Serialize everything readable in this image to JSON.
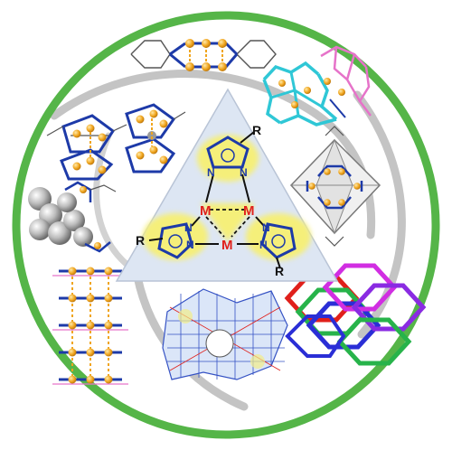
{
  "colors": {
    "ring": "#55b548",
    "swoosh": "#c4c4c4",
    "triangle_fill": "#dde6f3",
    "triangle_glow": "#f5ef7a",
    "metal_label": "#e0201b",
    "nitrogen_label": "#1d3aa8",
    "r_label": "#111111",
    "ring_bond": "#1d3aa8",
    "metal_atom": "#f0a51e",
    "carbon": "#555555"
  },
  "center_motif": {
    "metal_symbol": "M",
    "nitrogen_symbol": "N",
    "substituent_symbol": "R"
  },
  "panels": [
    {
      "name": "top-dimer-structure"
    },
    {
      "name": "cyan-magenta-cage-structure"
    },
    {
      "name": "stacked-trimers-structure"
    },
    {
      "name": "gray-octahedral-cage-structure"
    },
    {
      "name": "space-filling-complex-structure"
    },
    {
      "name": "columnar-stack-structure"
    },
    {
      "name": "porous-framework-structure"
    },
    {
      "name": "interlocked-rings-structure"
    }
  ]
}
